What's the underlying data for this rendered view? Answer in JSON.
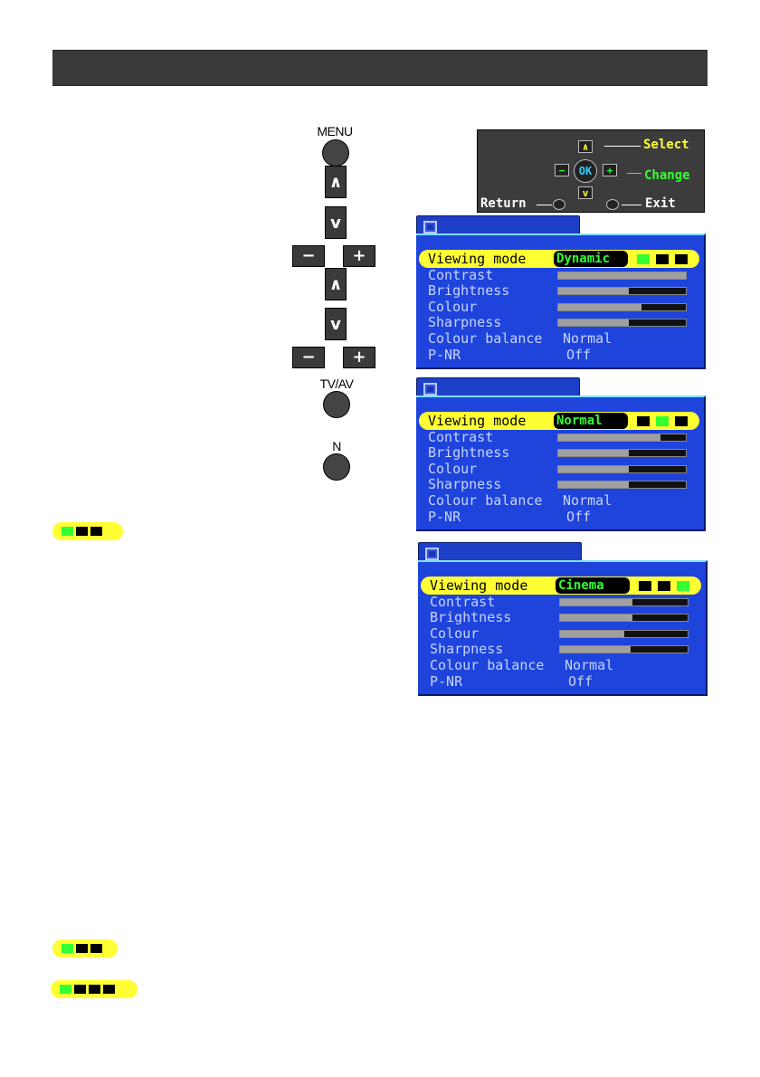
{
  "remote": {
    "menu_label": "MENU",
    "tvav_label": "TV/AV",
    "n_label": "N",
    "up_glyph": "∧",
    "down_glyph": "v",
    "minus_glyph": "−",
    "plus_glyph": "+"
  },
  "nav": {
    "select": "Select",
    "change": "Change",
    "return": "Return",
    "exit": "Exit",
    "ok": "OK",
    "up": "∧",
    "down": "v",
    "minus": "−",
    "plus": "+"
  },
  "menus": [
    {
      "selected_value": "Dynamic",
      "mode_indicator": [
        true,
        false,
        false
      ],
      "rows": {
        "viewing_mode": "Viewing mode",
        "contrast": "Contrast",
        "brightness": "Brightness",
        "colour": "Colour",
        "sharpness": "Sharpness",
        "colour_balance": "Colour balance",
        "p_nr": "P-NR"
      },
      "levels": {
        "contrast": 1.0,
        "brightness": 0.55,
        "colour": 0.65,
        "sharpness": 0.55
      },
      "colour_balance_value": "Normal",
      "p_nr_value": "Off"
    },
    {
      "selected_value": "Normal",
      "mode_indicator": [
        false,
        true,
        false
      ],
      "rows": {
        "viewing_mode": "Viewing mode",
        "contrast": "Contrast",
        "brightness": "Brightness",
        "colour": "Colour",
        "sharpness": "Sharpness",
        "colour_balance": "Colour balance",
        "p_nr": "P-NR"
      },
      "levels": {
        "contrast": 0.8,
        "brightness": 0.55,
        "colour": 0.55,
        "sharpness": 0.55
      },
      "colour_balance_value": "Normal",
      "p_nr_value": "Off"
    },
    {
      "selected_value": "Cinema",
      "mode_indicator": [
        false,
        false,
        true
      ],
      "rows": {
        "viewing_mode": "Viewing mode",
        "contrast": "Contrast",
        "brightness": "Brightness",
        "colour": "Colour",
        "sharpness": "Sharpness",
        "colour_balance": "Colour balance",
        "p_nr": "P-NR"
      },
      "levels": {
        "contrast": 0.57,
        "brightness": 0.57,
        "colour": 0.5,
        "sharpness": 0.55
      },
      "colour_balance_value": "Normal",
      "p_nr_value": "Off"
    }
  ],
  "indicators": {
    "pill_3_a": [
      true,
      false,
      false
    ],
    "pill_3_b": [
      true,
      false,
      false
    ],
    "pill_4": [
      true,
      false,
      false,
      false
    ]
  },
  "colors": {
    "osd_blue": "#1e44dc",
    "highlight_yellow": "#ffff33",
    "active_green": "#33ff33"
  }
}
